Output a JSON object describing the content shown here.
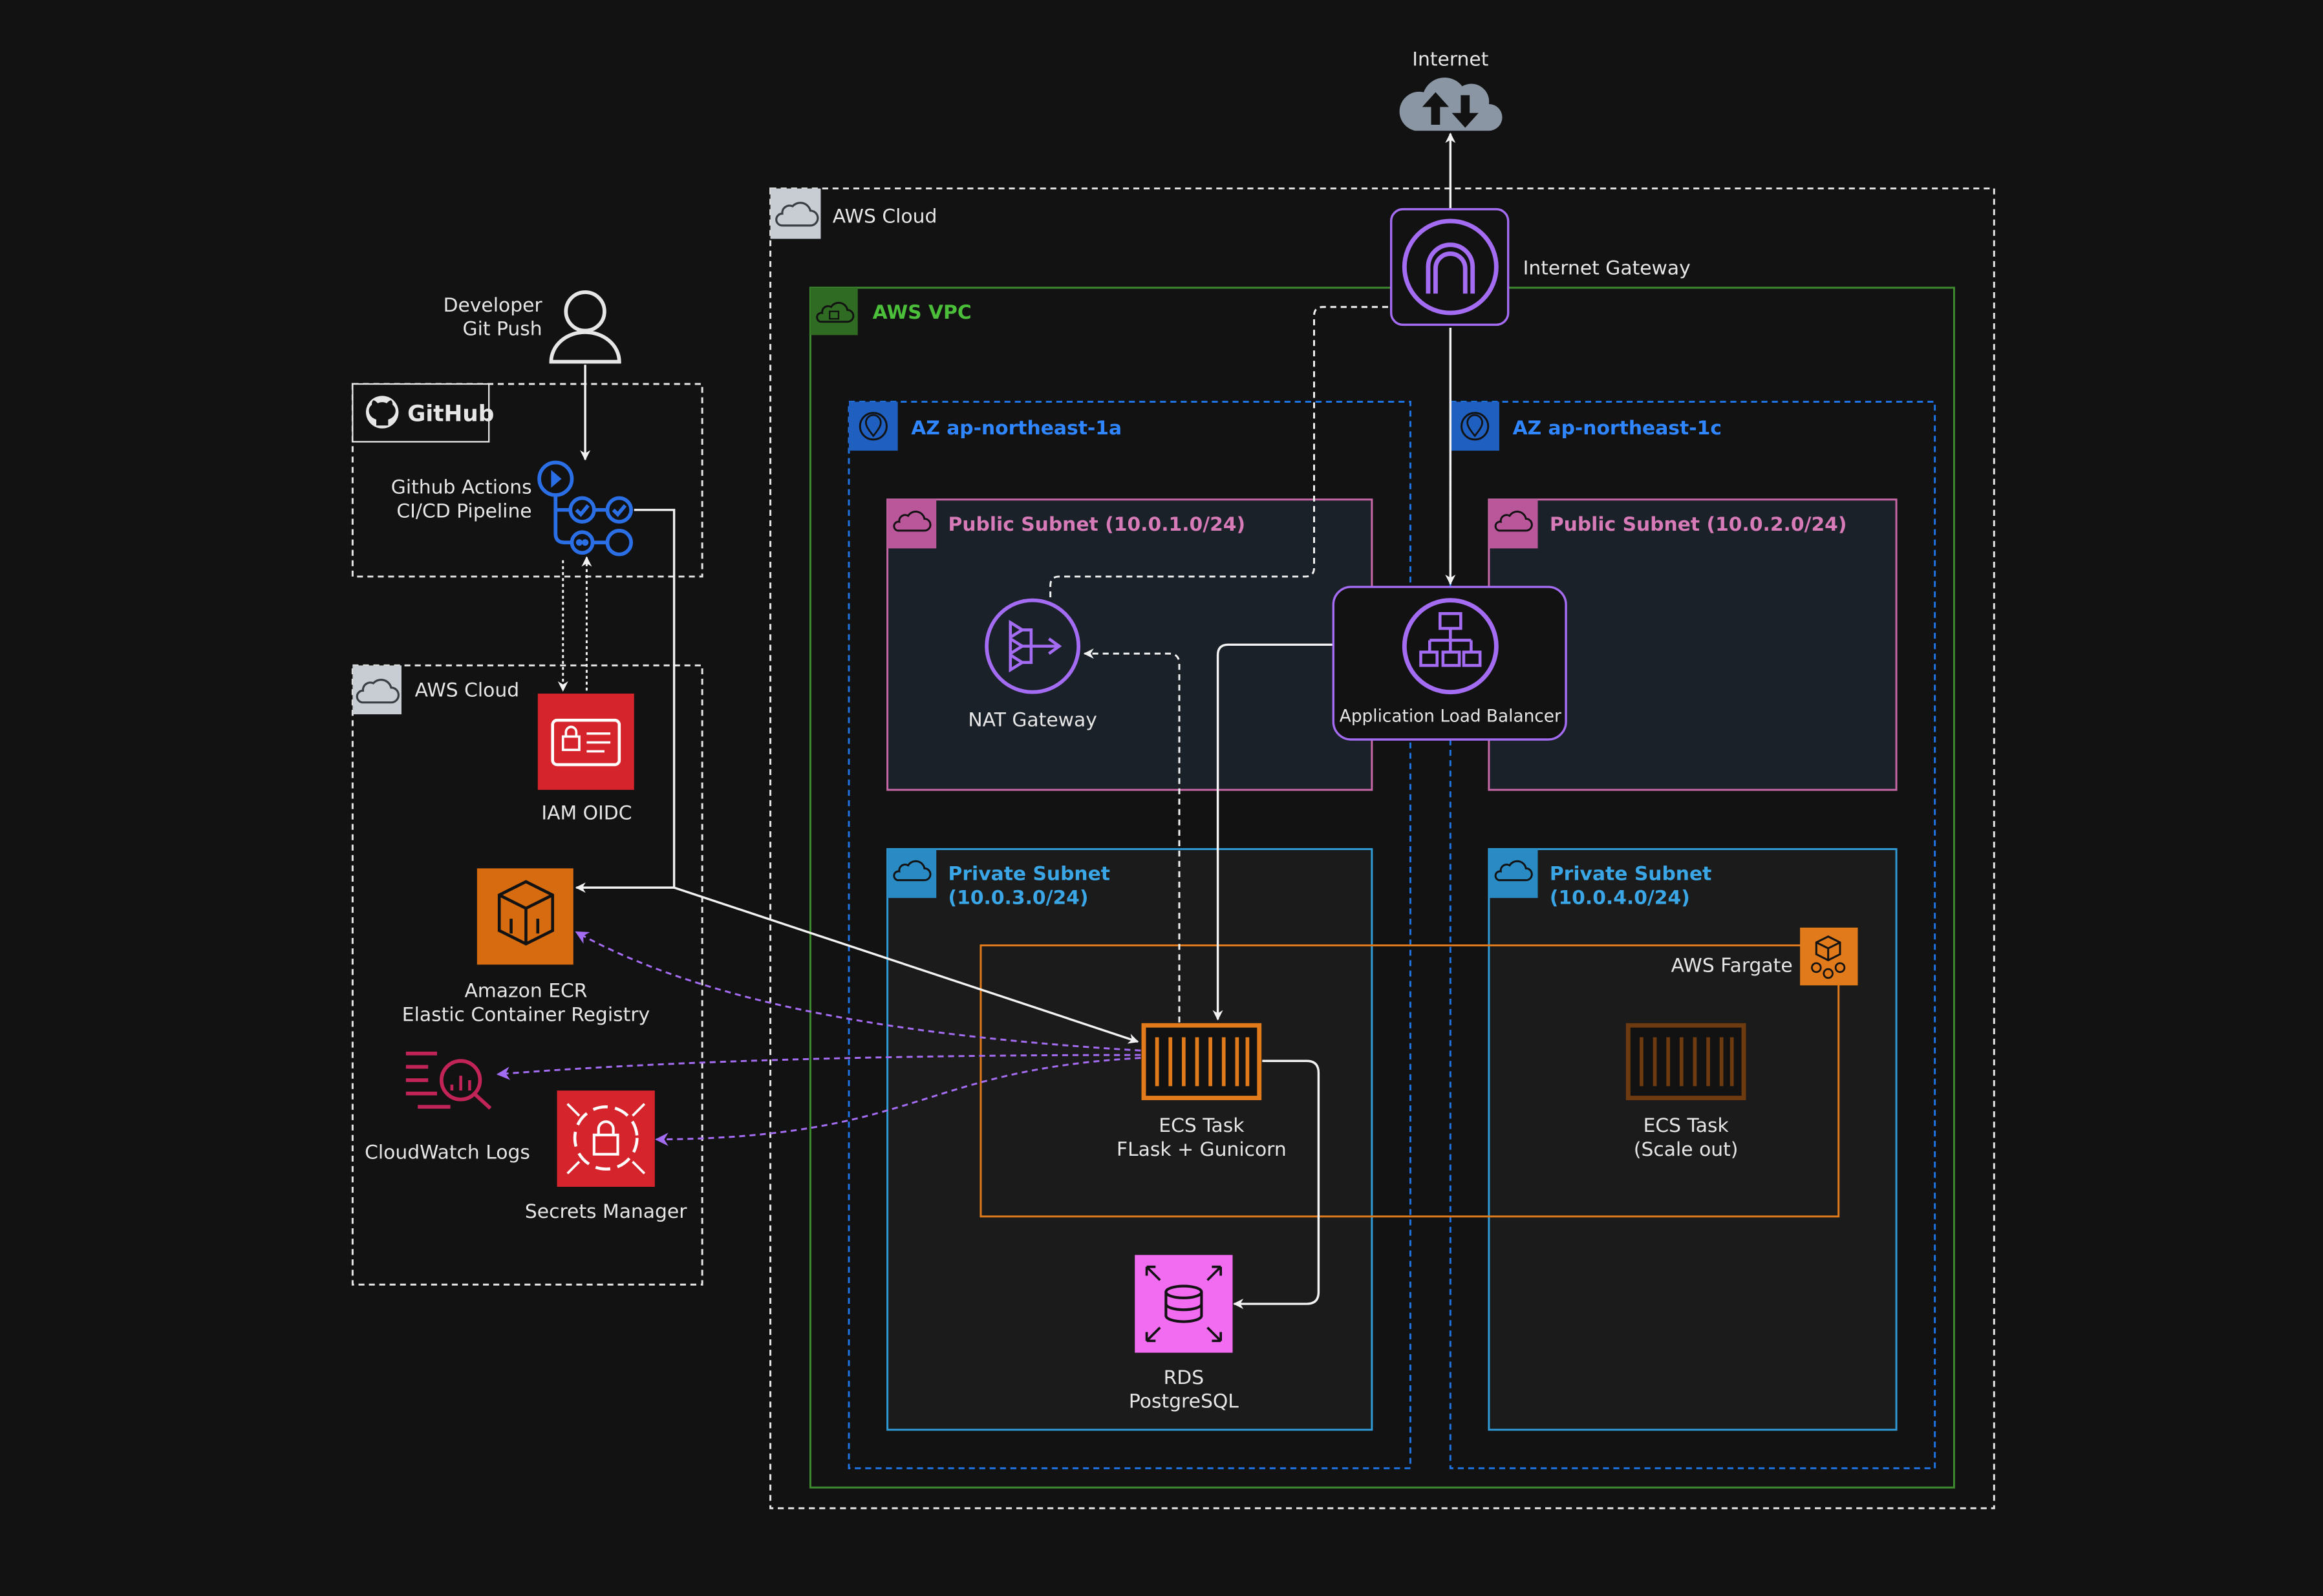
{
  "colors": {
    "background": "#121212",
    "text": "#e6e6e6",
    "white_line": "#f2f2f2",
    "aws_cloud_badge": "#c8cdd3",
    "vpc_green": "#3e8a2e",
    "vpc_label": "#4cbf3a",
    "az_blue": "#1f73e0",
    "az_label": "#2f86ff",
    "public_subnet": "#c767a6",
    "private_subnet": "#2f9ad6",
    "fargate_orange": "#e07a1a",
    "purple": "#a46cf2",
    "iam_red": "#d6242c",
    "ecr_orange": "#d66b0f",
    "cloudwatch_crimson": "#c22458",
    "rds_pink": "#f26cf2",
    "github_blue": "#2b6fe6"
  },
  "nodes": {
    "internet": {
      "label": "Internet",
      "icon": "internet-cloud-icon"
    },
    "internet_gateway": {
      "label": "Internet Gateway",
      "icon": "internet-gateway-icon"
    },
    "developer": {
      "line1": "Developer",
      "line2": "Git Push",
      "icon": "user-icon"
    },
    "github": {
      "label": "GitHub",
      "icon": "github-icon"
    },
    "github_actions": {
      "line1": "Github Actions",
      "line2": "CI/CD Pipeline",
      "icon": "github-actions-icon"
    },
    "iam_oidc": {
      "label": "IAM OIDC",
      "icon": "iam-identity-icon"
    },
    "ecr": {
      "line1": "Amazon ECR",
      "line2": "Elastic Container Registry",
      "icon": "ecr-icon"
    },
    "cloudwatch": {
      "label": "CloudWatch Logs",
      "icon": "cloudwatch-logs-icon"
    },
    "secrets_manager": {
      "label": "Secrets Manager",
      "icon": "secrets-manager-icon"
    },
    "nat_gateway": {
      "label": "NAT Gateway",
      "icon": "nat-gateway-icon"
    },
    "alb": {
      "label": "Application Load Balancer",
      "icon": "load-balancer-icon"
    },
    "ecs_task": {
      "line1": "ECS Task",
      "line2": "FLask + Gunicorn",
      "icon": "ecs-container-icon"
    },
    "ecs_task_scaled": {
      "line1": "ECS Task",
      "line2": "(Scale out)",
      "icon": "ecs-container-icon"
    },
    "rds": {
      "line1": "RDS",
      "line2": "PostgreSQL",
      "icon": "rds-database-icon"
    }
  },
  "groups": {
    "aws_cloud_main": {
      "label": "AWS Cloud",
      "icon": "cloud-icon"
    },
    "aws_cloud_side": {
      "label": "AWS Cloud",
      "icon": "cloud-icon"
    },
    "vpc": {
      "label": "AWS VPC",
      "icon": "vpc-cloud-lock-icon"
    },
    "az_a": {
      "label": "AZ ap-northeast-1a",
      "icon": "location-pin-icon"
    },
    "az_c": {
      "label": "AZ ap-northeast-1c",
      "icon": "location-pin-icon"
    },
    "public_subnet_a": {
      "label": "Public Subnet (10.0.1.0/24)",
      "icon": "subnet-cloud-icon"
    },
    "public_subnet_c": {
      "label": "Public Subnet (10.0.2.0/24)",
      "icon": "subnet-cloud-icon"
    },
    "private_subnet_a": {
      "line1": "Private Subnet",
      "line2": "(10.0.3.0/24)",
      "icon": "subnet-cloud-icon"
    },
    "private_subnet_c": {
      "line1": "Private Subnet",
      "line2": "(10.0.4.0/24)",
      "icon": "subnet-cloud-icon"
    },
    "fargate": {
      "label": "AWS Fargate",
      "icon": "fargate-icon"
    }
  }
}
